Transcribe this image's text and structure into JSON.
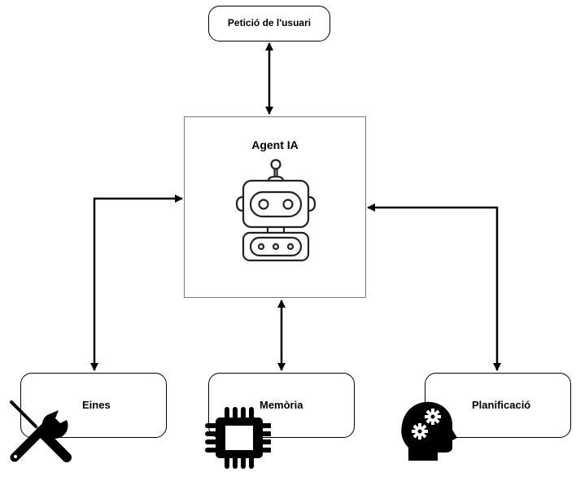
{
  "diagram": {
    "user_request": {
      "label": "Petició de l'usuari"
    },
    "agent": {
      "label": "Agent IA",
      "icon": "robot-icon"
    },
    "components": [
      {
        "label": "Eines",
        "icon": "tools-icon"
      },
      {
        "label": "Memòria",
        "icon": "chip-icon"
      },
      {
        "label": "Planificació",
        "icon": "head-gears-icon"
      }
    ],
    "connections": [
      {
        "from": "Petició de l'usuari",
        "to": "Agent IA",
        "direction": "bidirectional"
      },
      {
        "from": "Agent IA",
        "to": "Eines",
        "direction": "bidirectional"
      },
      {
        "from": "Agent IA",
        "to": "Memòria",
        "direction": "bidirectional"
      },
      {
        "from": "Agent IA",
        "to": "Planificació",
        "direction": "bidirectional"
      }
    ]
  }
}
